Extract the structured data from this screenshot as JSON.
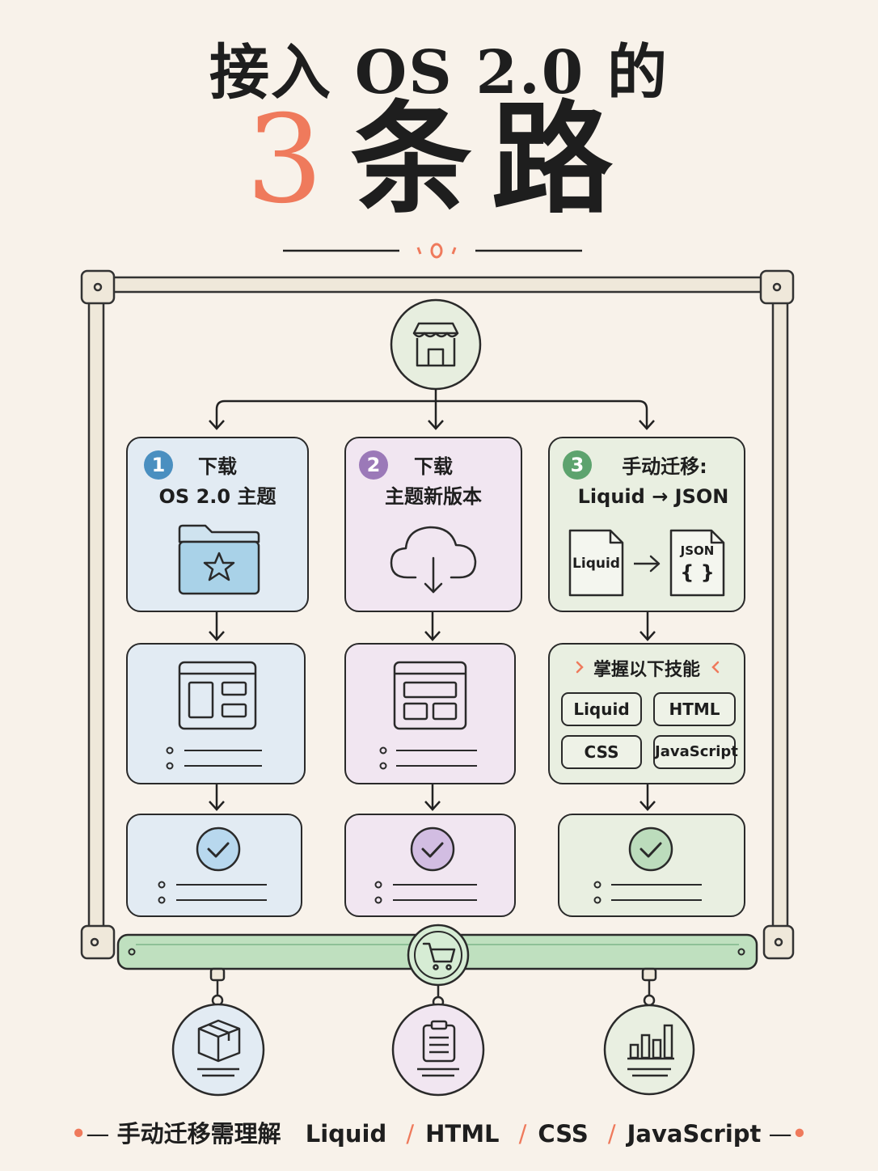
{
  "title": {
    "line1": "接入 OS 2.0 的",
    "number": "3",
    "rest": "条路"
  },
  "colors": {
    "accent": "#ef7a5c",
    "path1": "#4a8fc0",
    "path2": "#9b79b8",
    "path3": "#5da36e",
    "bus": "#bfe0bf"
  },
  "paths": [
    {
      "badge": "1",
      "title_line1": "下载",
      "title_line2": "OS 2.0 主题",
      "icon": "folder-star-icon"
    },
    {
      "badge": "2",
      "title_line1": "下载",
      "title_line2": "主题新版本",
      "icon": "cloud-download-icon"
    },
    {
      "badge": "3",
      "title_line1": "手动迁移:",
      "title_line2": "Liquid → JSON",
      "icon": "file-convert-icon",
      "from_file": "Liquid",
      "to_file": "JSON",
      "to_file_glyph": "{ }"
    }
  ],
  "skills": {
    "title": "掌握以下技能",
    "items": [
      "Liquid",
      "HTML",
      "CSS",
      "JavaScript"
    ]
  },
  "icons": {
    "top": "storefront-icon",
    "bus": "shopping-cart-icon",
    "bottom": [
      "package-box-icon",
      "clipboard-list-icon",
      "bar-chart-icon"
    ],
    "layout": "layout-grid-icon",
    "check": "check-circle-icon"
  },
  "footer": {
    "lead": "手动迁移需理解",
    "items": [
      "Liquid",
      "HTML",
      "CSS",
      "JavaScript"
    ],
    "separator": "/"
  }
}
